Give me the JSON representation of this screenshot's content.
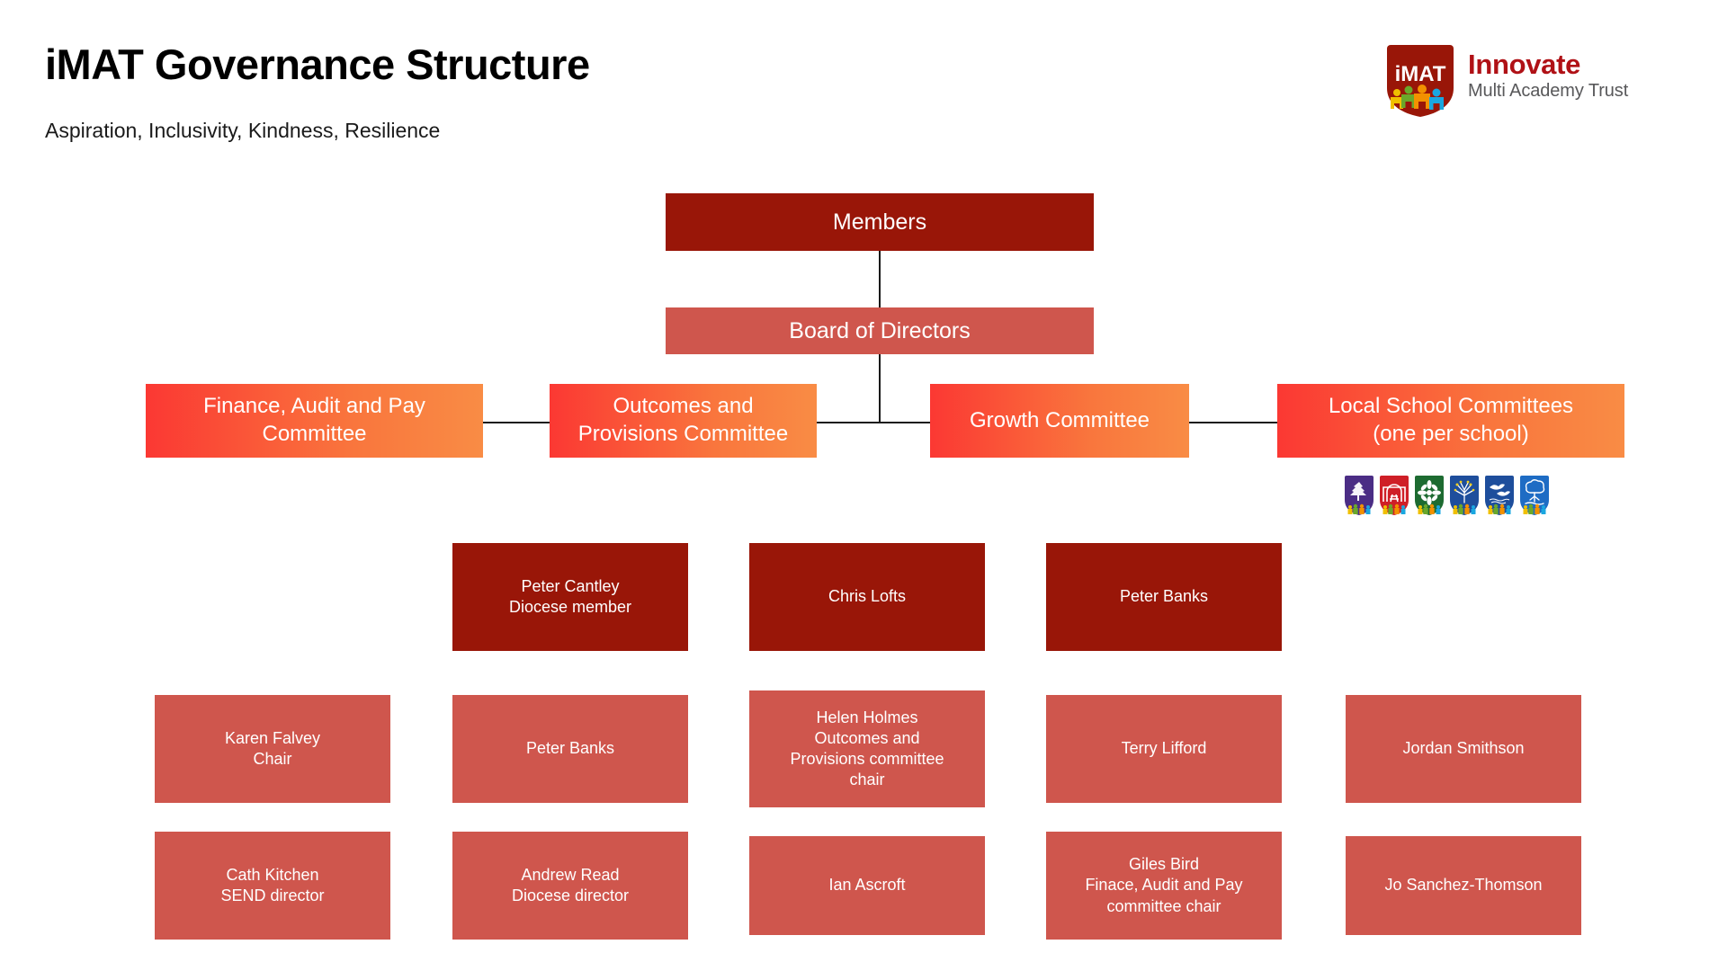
{
  "header": {
    "title": "iMAT Governance Structure",
    "subtitle": "Aspiration, Inclusivity, Kindness, Resilience"
  },
  "logo": {
    "shield_text": "iMAT",
    "brand_line1": "Innovate",
    "brand_line2": "Multi Academy Trust",
    "shield_color": "#991608",
    "brand_color": "#b01116",
    "sub_color": "#58585a"
  },
  "colors": {
    "dark_red": "#991608",
    "mid_red": "#cf564d",
    "gradient_start": "#fb3833",
    "gradient_end": "#f98c45",
    "line": "#1a1a1a"
  },
  "chart_data": {
    "type": "diagram",
    "title": "iMAT Governance Structure",
    "hierarchy": {
      "level1": [
        "Members"
      ],
      "level2": [
        "Board of Directors"
      ],
      "level3": [
        "Finance, Audit and Pay Committee",
        "Outcomes and Provisions Committee",
        "Growth Committee",
        "Local School Committees (one per school)"
      ]
    }
  },
  "nodes": {
    "members": "Members",
    "board": "Board of Directors",
    "committees": [
      "Finance, Audit and Pay\nCommittee",
      "Outcomes and\nProvisions Committee",
      "Growth Committee",
      "Local School Committees\n(one per school)"
    ]
  },
  "crests": [
    {
      "name": "crest-leaf",
      "bg": "#4b2d85",
      "glyph": "leaf"
    },
    {
      "name": "crest-tunnel",
      "bg": "#cf1f27",
      "glyph": "tunnel"
    },
    {
      "name": "crest-flower",
      "bg": "#1d6b31",
      "glyph": "flower"
    },
    {
      "name": "crest-tree",
      "bg": "#1e4e9c",
      "glyph": "tree"
    },
    {
      "name": "crest-birds",
      "bg": "#1e4e9c",
      "glyph": "birds"
    },
    {
      "name": "crest-oak",
      "bg": "#1e6cc4",
      "glyph": "oak"
    }
  ],
  "people": {
    "row1": [
      "Peter Cantley\nDiocese member",
      "Chris Lofts",
      "Peter Banks"
    ],
    "row2": [
      "Karen Falvey\nChair",
      "Peter Banks",
      "Helen Holmes\nOutcomes and\nProvisions committee\nchair",
      "Terry Lifford",
      "Jordan Smithson"
    ],
    "row3": [
      "Cath Kitchen\nSEND director",
      "Andrew Read\nDiocese director",
      "Ian Ascroft",
      "Giles Bird\nFinace, Audit and Pay\ncommittee chair",
      "Jo Sanchez-Thomson"
    ]
  }
}
